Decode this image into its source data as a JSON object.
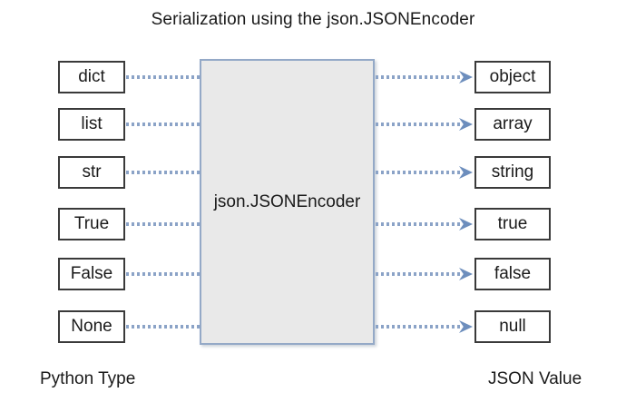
{
  "title": "Serialization using the json.JSONEncoder",
  "encoder": {
    "label": "json.JSONEncoder"
  },
  "footers": {
    "left": "Python Type",
    "right": "JSON Value"
  },
  "mappings": [
    {
      "python": "dict",
      "json": "object"
    },
    {
      "python": "list",
      "json": "array"
    },
    {
      "python": "str",
      "json": "string"
    },
    {
      "python": "True",
      "json": "true"
    },
    {
      "python": "False",
      "json": "false"
    },
    {
      "python": "None",
      "json": "null"
    }
  ],
  "colors": {
    "dot_color": "#8ba3c7",
    "arrow_color": "#6d8ebd",
    "encoder_fill": "#e9e9e9",
    "encoder_border": "#94a9c7",
    "box_border": "#3a3a3a",
    "text_color": "#1a1a1a",
    "bg_color": "#ffffff"
  }
}
